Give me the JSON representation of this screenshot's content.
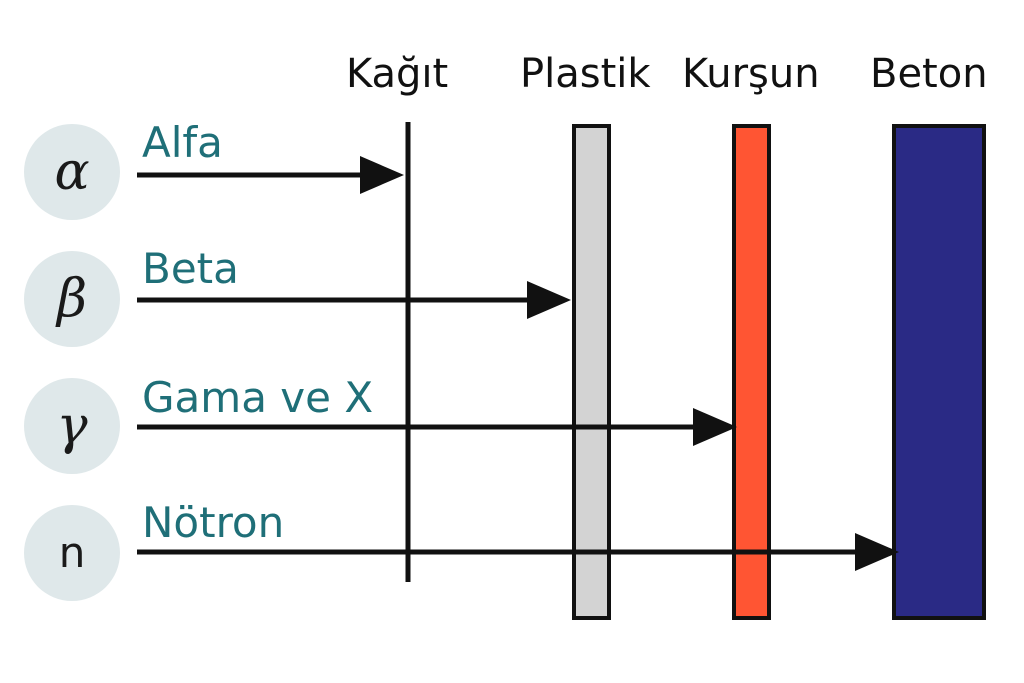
{
  "colors": {
    "ray_label": "#1f6f78",
    "arrow": "#111111",
    "plastic": "#d3d3d3",
    "lead": "#ff5533",
    "concrete": "#2a2a85",
    "outline": "#111111",
    "badge_bg": "#dfe8ea"
  },
  "barriers": [
    {
      "id": "paper",
      "label": "Kağıt"
    },
    {
      "id": "plastic",
      "label": "Plastik"
    },
    {
      "id": "lead",
      "label": "Kurşun"
    },
    {
      "id": "concrete",
      "label": "Beton"
    }
  ],
  "rays": [
    {
      "symbol": "α",
      "label": "Alfa",
      "stopped_by": "paper"
    },
    {
      "symbol": "β",
      "label": "Beta",
      "stopped_by": "plastic"
    },
    {
      "symbol": "γ",
      "label": "Gama ve X",
      "stopped_by": "lead"
    },
    {
      "symbol": "n",
      "label": "Nötron",
      "stopped_by": "concrete"
    }
  ]
}
